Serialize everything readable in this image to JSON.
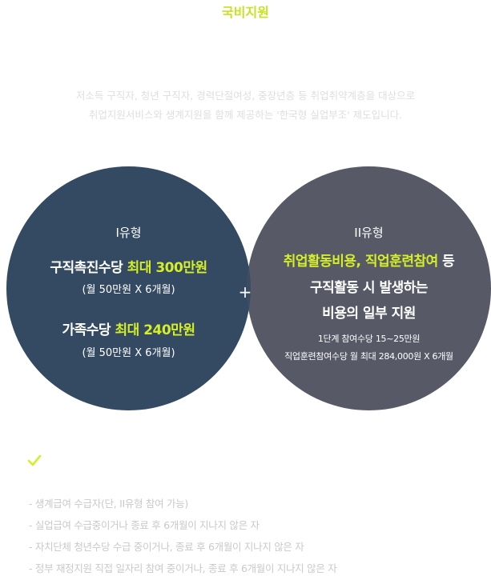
{
  "title": "국비지원",
  "intro": [
    "저소득 구직자, 청년 구직자, 경력단절여성, 중장년층 등 취업취약계층을 대상으로",
    "취업지원서비스와 생계지원을 함께 제공하는 '한국형 실업부조' 제도입니다."
  ],
  "type1": {
    "title": "I유형",
    "item1_main": "구직촉진수당",
    "item1_highlight": "최대 300만원",
    "item1_sub": "(월 50만원 X 6개월)",
    "item2_main": "가족수당",
    "item2_highlight": "최대 240만원",
    "item2_sub": "(월 50만원 X 6개월)"
  },
  "type2": {
    "title": "II유형",
    "line1_highlight": "취업활동비용, 직업훈련참여",
    "line1_rest": "등",
    "line2": "구직활동 시 발생하는",
    "line3": "비용의 일부 지원",
    "small1": "1단계 참여수당 15~25만원",
    "small2": "직업훈련참여수당 월 최대 284,000원 X 6개월"
  },
  "plus": "+",
  "notes": [
    "- 생계급여 수급자(단, II유형 참여 가능)",
    "- 실업급여 수급중이거나 종료 후 6개월이 지나지 않은 자",
    "- 자치단체 청년수당 수급 중이거나, 종료 후 6개월이 지나지 않은 자",
    "- 정부 재정지원 직접 일자리 참여 중이거나, 종료 후 6개월이 지나지 않은 자"
  ],
  "colors": {
    "accent": "#d5ef27",
    "circle_left": "#334a62",
    "circle_right": "#575a66",
    "overlap": "#3a4d61"
  },
  "icons": {
    "check": "check-icon"
  }
}
